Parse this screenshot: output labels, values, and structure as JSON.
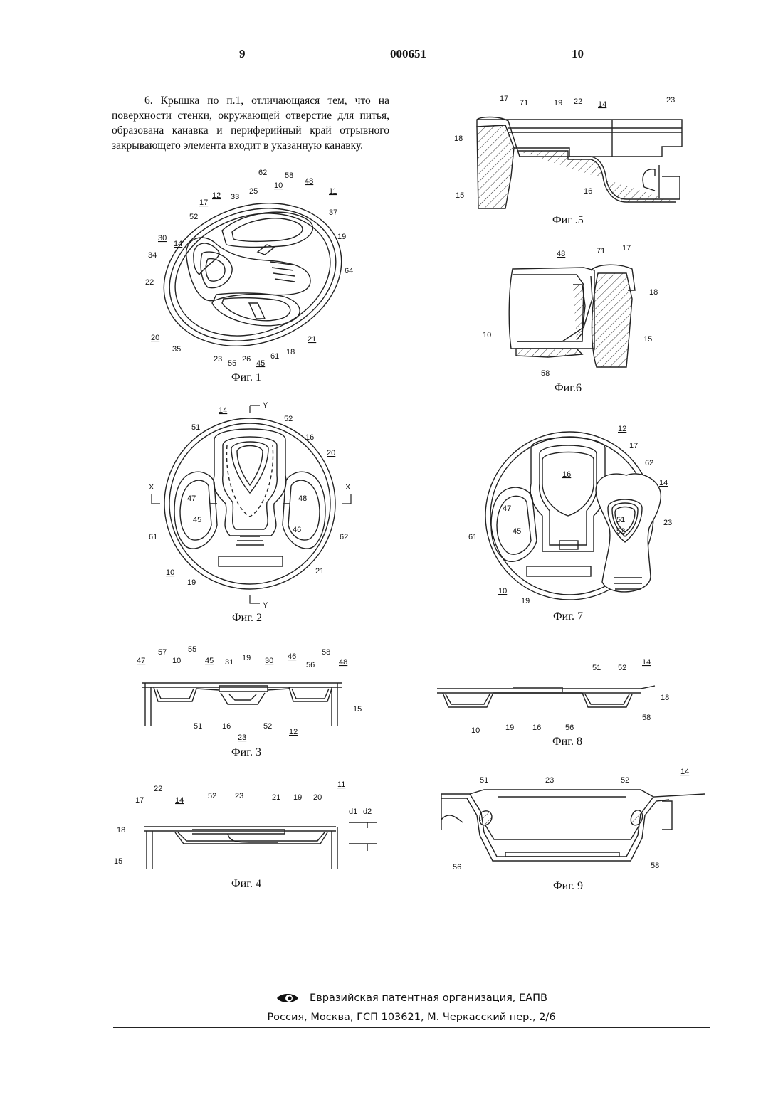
{
  "header": {
    "left_page": "9",
    "doc_number": "000651",
    "right_page": "10"
  },
  "claim_text": "6. Крышка по п.1, отличающаяся тем, что на поверхности стенки, окружающей отверстие для питья, образована канавка и периферийный край отрывного закрывающего элемента входит в указанную канавку.",
  "figures": {
    "fig1": {
      "caption": "Фиг. 1",
      "labels": [
        "62",
        "58",
        "10",
        "48",
        "11",
        "25",
        "33",
        "17",
        "12",
        "37",
        "52",
        "14",
        "19",
        "30",
        "34",
        "64",
        "22",
        "20",
        "21",
        "35",
        "23",
        "55",
        "26",
        "45",
        "61",
        "18"
      ]
    },
    "fig2": {
      "caption": "Фиг. 2",
      "labels": [
        "Y",
        "14",
        "52",
        "51",
        "16",
        "20",
        "X",
        "X",
        "47",
        "48",
        "45",
        "46",
        "61",
        "62",
        "10",
        "21",
        "19",
        "Y"
      ]
    },
    "fig3": {
      "caption": "Фиг. 3",
      "labels": [
        "55",
        "57",
        "47",
        "10",
        "45",
        "31",
        "19",
        "30",
        "46",
        "56",
        "58",
        "48",
        "15",
        "51",
        "16",
        "52",
        "23",
        "12"
      ]
    },
    "fig4": {
      "caption": "Фиг. 4",
      "labels": [
        "22",
        "17",
        "14",
        "52",
        "23",
        "21",
        "19",
        "20",
        "11",
        "d1",
        "d2",
        "18",
        "15"
      ]
    },
    "fig5": {
      "caption": "Фиг .5",
      "labels": [
        "17",
        "71",
        "19",
        "22",
        "14",
        "23",
        "18",
        "16",
        "15"
      ]
    },
    "fig6": {
      "caption": "Фиг.6",
      "labels": [
        "48",
        "71",
        "17",
        "18",
        "10",
        "15",
        "58"
      ]
    },
    "fig7": {
      "caption": "Фиг. 7",
      "labels": [
        "12",
        "17",
        "16",
        "62",
        "14",
        "47",
        "51",
        "52",
        "23",
        "61",
        "45",
        "10",
        "19"
      ]
    },
    "fig8": {
      "caption": "Фиг. 8",
      "labels": [
        "51",
        "52",
        "14",
        "18",
        "10",
        "19",
        "16",
        "56",
        "58"
      ]
    },
    "fig9": {
      "caption": "Фиг. 9",
      "labels": [
        "51",
        "23",
        "52",
        "14",
        "56",
        "58"
      ]
    }
  },
  "footer": {
    "org": "Евразийская патентная организация, ЕАПВ",
    "address": "Россия, Москва, ГСП 103621, М. Черкасский пер., 2/6"
  }
}
